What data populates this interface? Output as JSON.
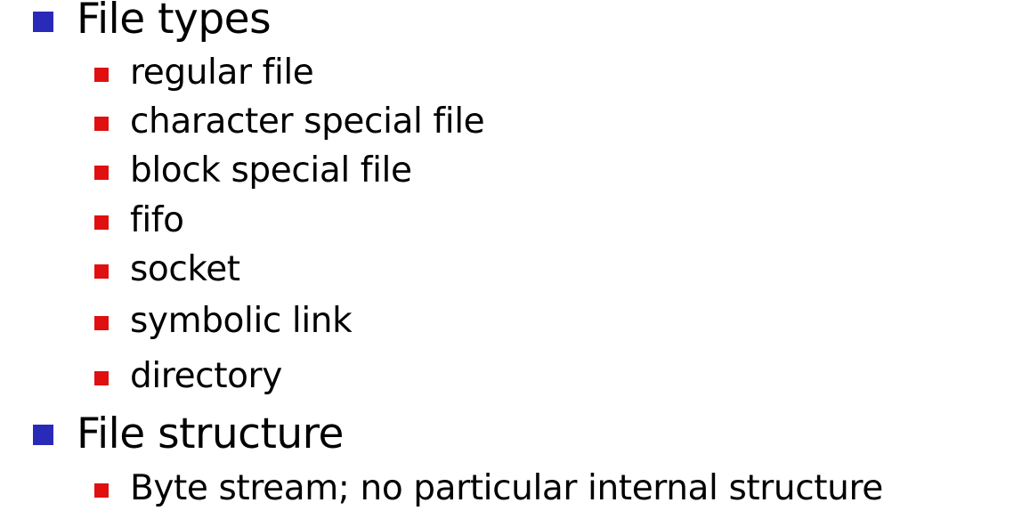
{
  "colors": {
    "level1_bullet": "#2a2ab8",
    "level2_bullet": "#e01010",
    "text": "#000000"
  },
  "items": [
    {
      "label": "File types",
      "children": [
        "regular file",
        "character special file",
        "block special file",
        "fifo",
        "socket",
        "symbolic link",
        "directory"
      ]
    },
    {
      "label": "File structure",
      "children": [
        "Byte stream; no particular internal structure"
      ]
    }
  ]
}
